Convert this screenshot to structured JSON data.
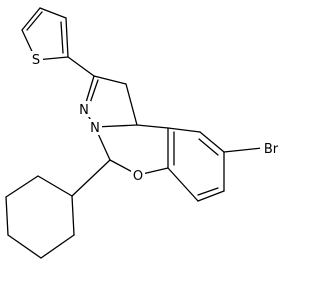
{
  "diagram": {
    "type": "chemical-structure",
    "atom_labels": {
      "sulfur": "S",
      "nitrogen_1": "N",
      "nitrogen_2": "N",
      "oxygen": "O",
      "bromine": "Br"
    }
  }
}
